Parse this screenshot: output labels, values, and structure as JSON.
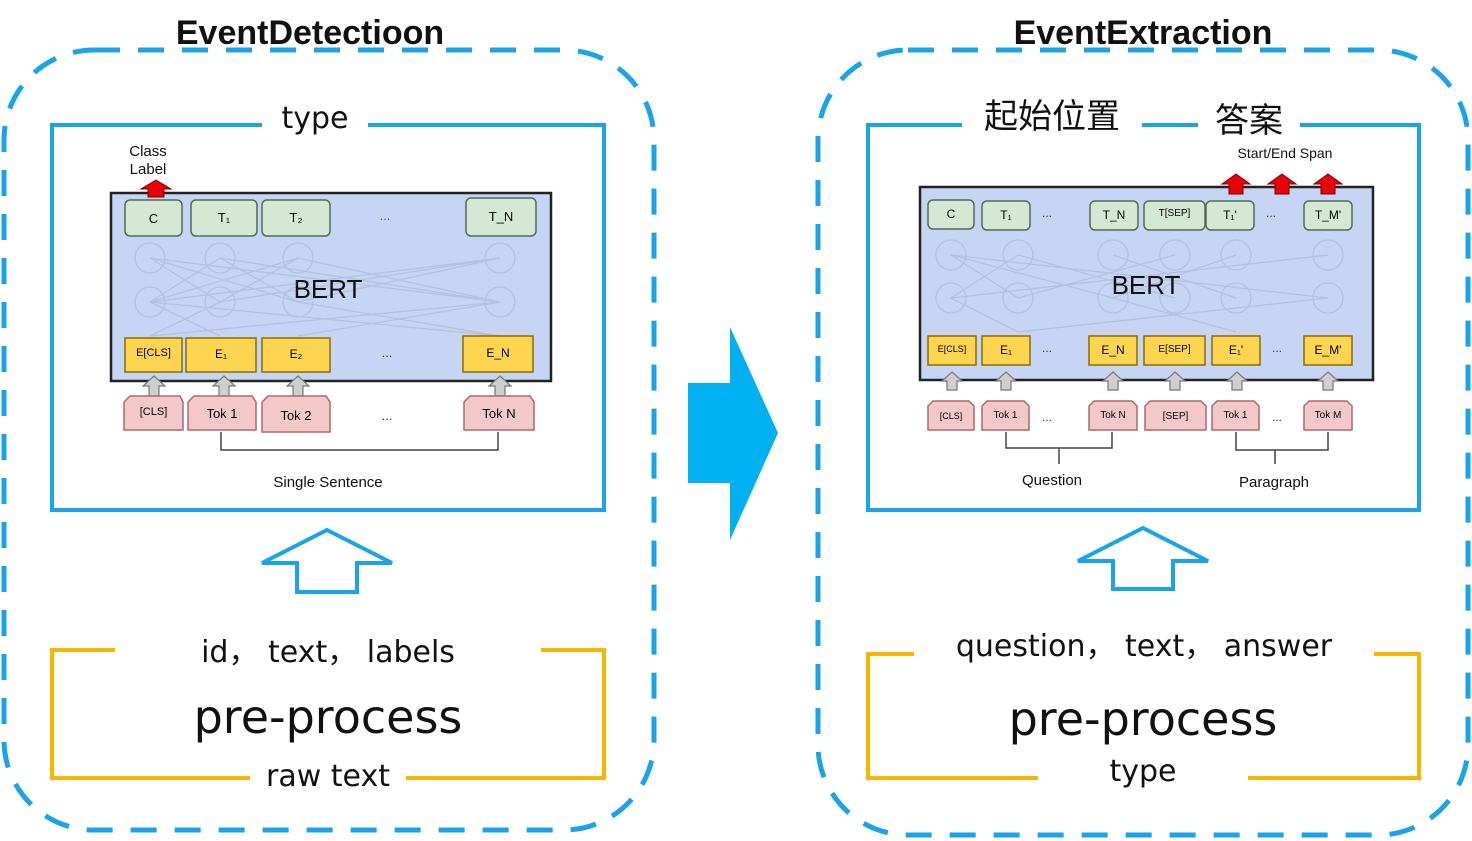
{
  "left": {
    "title": "EventDetectioon",
    "output_label": "type",
    "bert": {
      "class_label": "Class\nLabel",
      "outputs": [
        "C",
        "T₁",
        "T₂",
        "...",
        "T_N"
      ],
      "core": "BERT",
      "embeddings": [
        "E[CLS]",
        "E₁",
        "E₂",
        "...",
        "E_N"
      ],
      "tokens": [
        "[CLS]",
        "Tok 1",
        "Tok 2",
        "...",
        "Tok N"
      ],
      "bottom_caption": "Single Sentence"
    },
    "input_fields": "id， text， labels",
    "process": "pre-process",
    "source": "raw text"
  },
  "right": {
    "title": "EventExtraction",
    "output_labels": [
      "起始位置",
      "答案"
    ],
    "bert": {
      "span_label": "Start/End Span",
      "outputs": [
        "C",
        "T₁",
        "...",
        "T_N",
        "T[SEP]",
        "T₁'",
        "...",
        "T_M'"
      ],
      "core": "BERT",
      "embeddings": [
        "E[CLS]",
        "E₁",
        "...",
        "E_N",
        "E[SEP]",
        "E₁'",
        "...",
        "E_M'"
      ],
      "tokens": [
        "[CLS]",
        "Tok 1",
        "...",
        "Tok N",
        "[SEP]",
        "Tok 1",
        "...",
        "Tok M"
      ],
      "question_caption": "Question",
      "paragraph_caption": "Paragraph"
    },
    "input_fields": "question， text，  answer",
    "process": "pre-process",
    "source": "type"
  },
  "colors": {
    "dashed_border": "#1aa3e8",
    "frame": "#1aa3e8",
    "preprocess_bracket": "#f7b500",
    "bert_fill": "#c5d5f3",
    "output_fill": "#d5e8d4",
    "embed_fill": "#ffd54f",
    "token_fill": "#f4c7c9",
    "red_arrow": "#e8000b",
    "big_arrow": "#00b0f0"
  }
}
